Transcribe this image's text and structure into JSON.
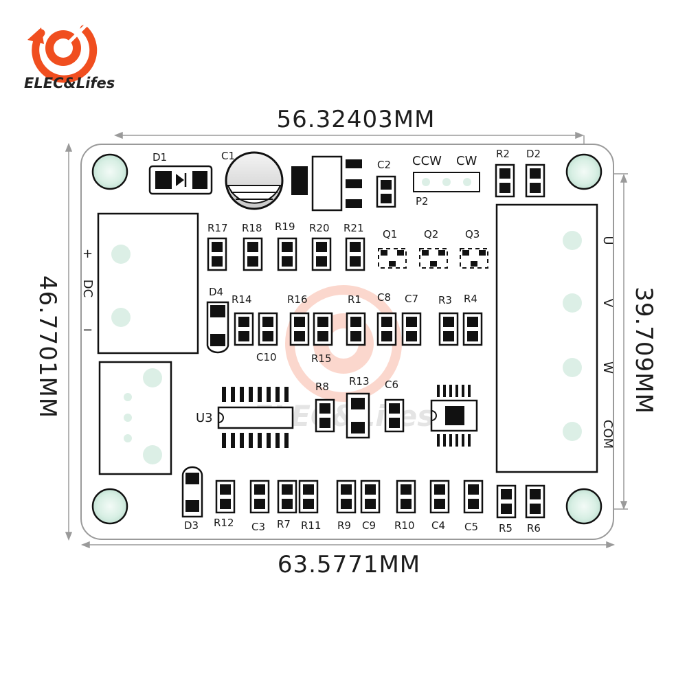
{
  "brand": {
    "name": "ELEC&Lifes",
    "accent_color": "#f04e1f",
    "watermark": "ELEC&Lifes"
  },
  "dimensions": {
    "top_hole_spacing": "56.32403MM",
    "bottom_board_width": "63.5771MM",
    "left_board_height": "46.7701MM",
    "right_hole_spacing": "39.709MM"
  },
  "pcb": {
    "power_input": {
      "plus": "+",
      "name": "DC",
      "minus": "−"
    },
    "pot_header": {
      "ccw": "CCW",
      "cw": "CW",
      "label": "P2"
    },
    "motor_terminal": [
      "U",
      "V",
      "W",
      "COM"
    ],
    "labels": {
      "D1": "D1",
      "C1": "C1",
      "C2": "C2",
      "R2": "R2",
      "D2": "D2",
      "R17": "R17",
      "R18": "R18",
      "R19": "R19",
      "R20": "R20",
      "R21": "R21",
      "Q1": "Q1",
      "Q2": "Q2",
      "Q3": "Q3",
      "D4": "D4",
      "R14": "R14",
      "R16": "R16",
      "R1": "R1",
      "C8": "C8",
      "C7": "C7",
      "R3": "R3",
      "R4": "R4",
      "C10": "C10",
      "R15": "R15",
      "R8": "R8",
      "R13": "R13",
      "C6": "C6",
      "U3": "U3",
      "D3": "D3",
      "R12": "R12",
      "C3": "C3",
      "R7": "R7",
      "R11": "R11",
      "R9": "R9",
      "C9": "C9",
      "R10": "R10",
      "C4": "C4",
      "C5": "C5",
      "R5": "R5",
      "R6": "R6"
    }
  }
}
